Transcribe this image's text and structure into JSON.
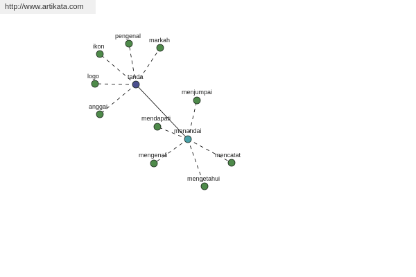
{
  "source_url": "http://www.artikata.com",
  "colors": {
    "background": "#ffffff",
    "url_bar": "#f0f0f0",
    "leaf_node": "#4e8a4a",
    "hub_tanda": "#4a4f8e",
    "hub_menandai": "#48a0a8",
    "edge": "#000000"
  },
  "graph": {
    "edges": [
      {
        "from": "tanda",
        "to": "menandai",
        "style": "solid"
      },
      {
        "from": "tanda",
        "to": "ikon",
        "style": "dashed"
      },
      {
        "from": "tanda",
        "to": "pengenal",
        "style": "dashed"
      },
      {
        "from": "tanda",
        "to": "markah",
        "style": "dashed"
      },
      {
        "from": "tanda",
        "to": "logo",
        "style": "dashed"
      },
      {
        "from": "tanda",
        "to": "anggai",
        "style": "dashed"
      },
      {
        "from": "menandai",
        "to": "menjumpai",
        "style": "dashed"
      },
      {
        "from": "menandai",
        "to": "mendapati",
        "style": "dashed"
      },
      {
        "from": "menandai",
        "to": "mengenali",
        "style": "dashed"
      },
      {
        "from": "menandai",
        "to": "mencatat",
        "style": "dashed"
      },
      {
        "from": "menandai",
        "to": "mengetahui",
        "style": "dashed"
      }
    ],
    "nodes": [
      {
        "id": "tanda",
        "label": "tanda",
        "kind": "hub_tanda"
      },
      {
        "id": "menandai",
        "label": "menandai",
        "kind": "hub_menandai"
      },
      {
        "id": "ikon",
        "label": "ikon",
        "kind": "leaf"
      },
      {
        "id": "pengenal",
        "label": "pengenal",
        "kind": "leaf"
      },
      {
        "id": "markah",
        "label": "markah",
        "kind": "leaf"
      },
      {
        "id": "logo",
        "label": "logo",
        "kind": "leaf"
      },
      {
        "id": "anggai",
        "label": "anggai",
        "kind": "leaf"
      },
      {
        "id": "menjumpai",
        "label": "menjumpai",
        "kind": "leaf"
      },
      {
        "id": "mendapati",
        "label": "mendapati",
        "kind": "leaf"
      },
      {
        "id": "mengenali",
        "label": "mengenali",
        "kind": "leaf"
      },
      {
        "id": "mencatat",
        "label": "mencatat",
        "kind": "leaf"
      },
      {
        "id": "mengetahui",
        "label": "mengetahui",
        "kind": "leaf"
      }
    ]
  }
}
